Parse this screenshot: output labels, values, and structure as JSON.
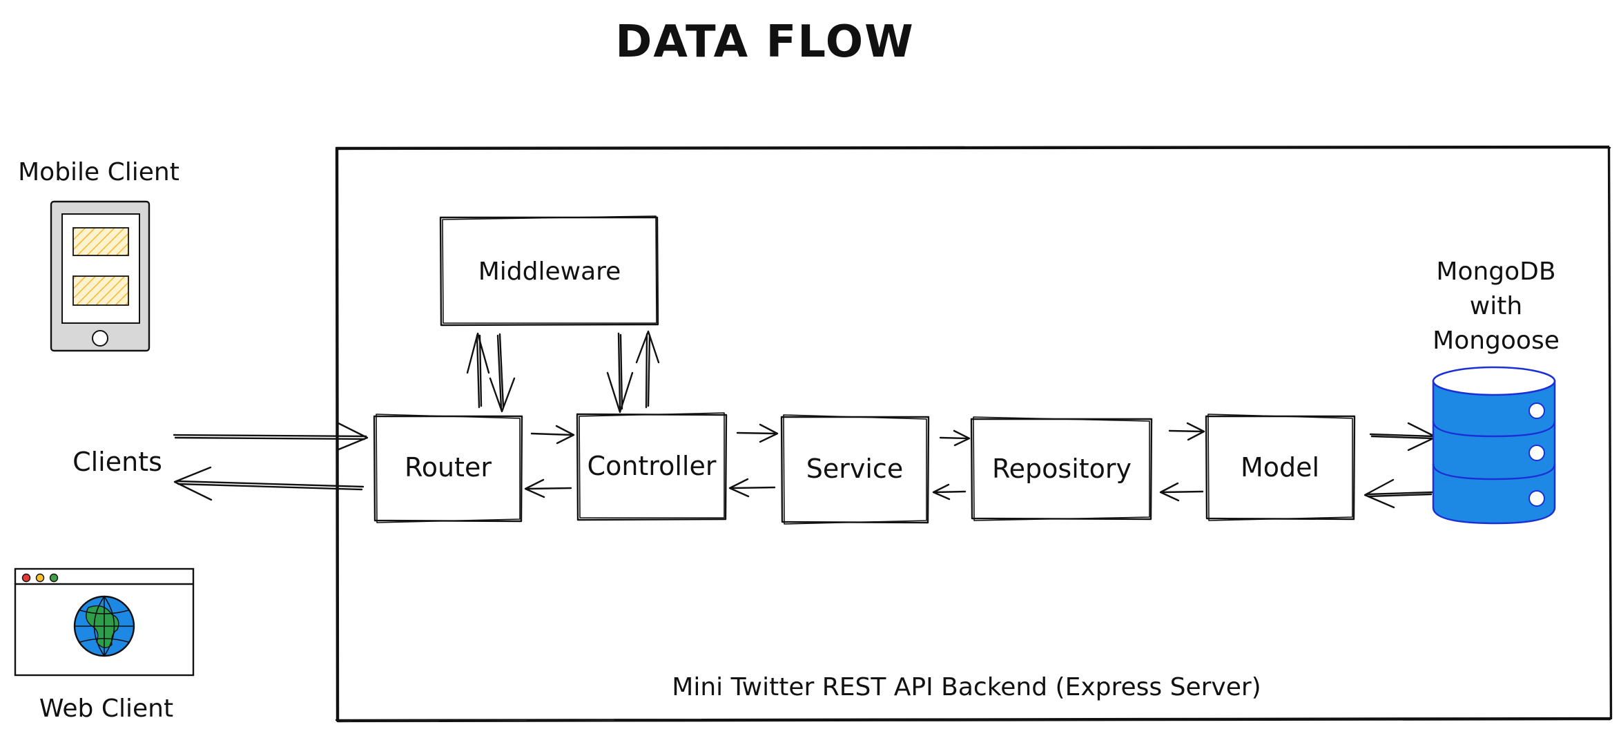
{
  "title": "DATA FLOW",
  "clients": {
    "mobile_label": "Mobile Client",
    "clients_label": "Clients",
    "web_label": "Web Client"
  },
  "backend": {
    "label": "Mini Twitter REST API Backend (Express Server)"
  },
  "nodes": {
    "middleware": "Middleware",
    "router": "Router",
    "controller": "Controller",
    "service": "Service",
    "repository": "Repository",
    "model": "Model"
  },
  "database": {
    "line1": "MongoDB",
    "line2": "with",
    "line3": "Mongoose"
  },
  "colors": {
    "ink": "#111111",
    "database_fill": "#1e88e5",
    "database_stroke": "#1a2fd6",
    "screen_block": "#ffc94d",
    "globe_fill": "#1e88e5",
    "globe_land": "#2e9e4a",
    "phone_body": "#d8d8d8",
    "dot_red": "#e53935",
    "dot_yellow": "#fbc02d",
    "dot_green": "#43a047"
  }
}
